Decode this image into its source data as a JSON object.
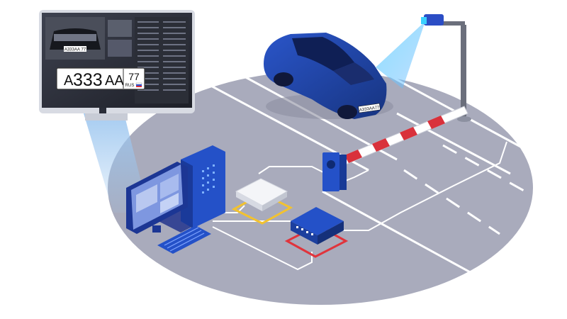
{
  "monitor_screen": {
    "main_plate": {
      "series": "А",
      "number": "333",
      "letters": "АА",
      "region": "77",
      "country": "RUS"
    },
    "thumb_plate": {
      "text": "А333АА 77"
    }
  },
  "car_plate": {
    "text": "А333АА77"
  },
  "colors": {
    "ground": "#a9abbc",
    "car": "#1f3f9e",
    "device_blue": "#2451c8",
    "barrier_red": "#d9313b",
    "device_yellow_link": "#f2c230",
    "device_red_link": "#e0343c",
    "camera_beam": "#7fd6ff"
  },
  "icons": [
    "monitor-icon",
    "camera-icon",
    "car-icon",
    "barrier-icon",
    "workstation-icon",
    "controller-icon",
    "network-switch-icon"
  ]
}
